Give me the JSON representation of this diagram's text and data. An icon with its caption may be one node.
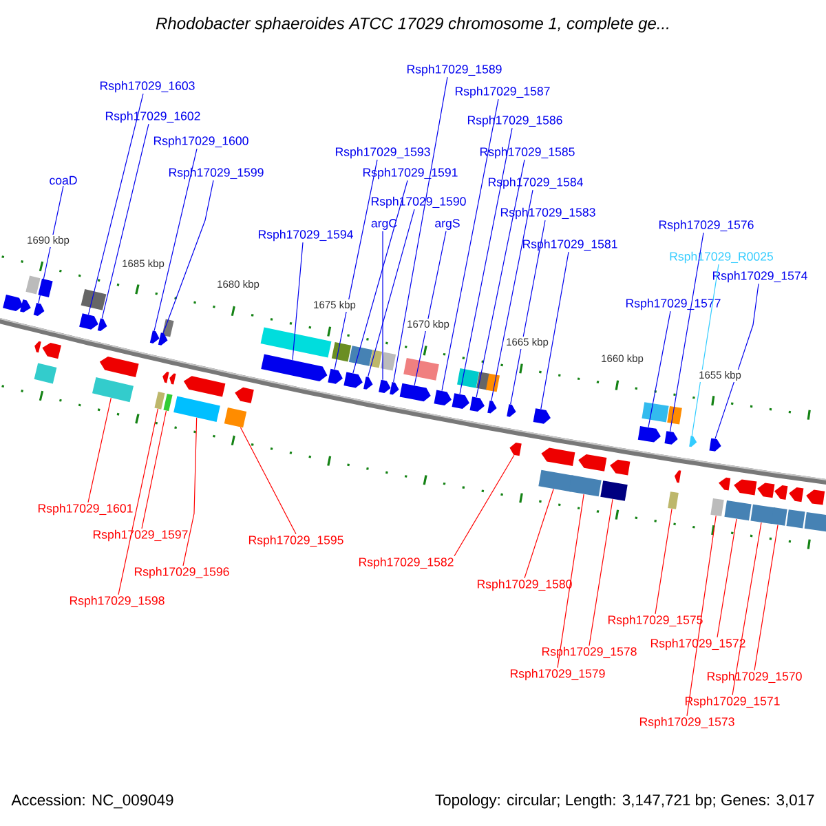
{
  "diagram": {
    "title": "Rhodobacter sphaeroides ATCC 17029 chromosome 1, complete ge...",
    "nodes": [
      {
        "text": [
          "Rsph17029_1603"
        ]
      },
      {
        "text": [
          "Rsph17029_1602"
        ]
      },
      {
        "text": [
          "Rsph17029_1600"
        ]
      },
      {
        "text": [
          "Rsph17029_1599"
        ]
      },
      {
        "text": [
          "coaD"
        ]
      },
      {
        "text": [
          "Rsph17029_1594"
        ]
      },
      {
        "text": [
          "Rsph17029_1593"
        ]
      },
      {
        "text": [
          "Rsph17029_1591"
        ]
      },
      {
        "text": [
          "Rsph17029_1590"
        ]
      },
      {
        "text": [
          "argC"
        ]
      },
      {
        "text": [
          "Rsph17029_1589"
        ]
      },
      {
        "text": [
          "argS"
        ]
      },
      {
        "text": [
          "Rsph17029_1587"
        ]
      },
      {
        "text": [
          "Rsph17029_1586"
        ]
      },
      {
        "text": [
          "Rsph17029_1585"
        ]
      },
      {
        "text": [
          "Rsph17029_1584"
        ]
      },
      {
        "text": [
          "Rsph17029_1583"
        ]
      },
      {
        "text": [
          "Rsph17029_1581"
        ]
      },
      {
        "text": [
          "Rsph17029_1576"
        ]
      },
      {
        "text": [
          "Rsph17029_R0025"
        ]
      },
      {
        "text": [
          "Rsph17029_1574"
        ]
      },
      {
        "text": [
          "Rsph17029_1577"
        ]
      },
      {
        "text": [
          "Rsph17029_1601"
        ]
      },
      {
        "text": [
          "Rsph17029_1597"
        ]
      },
      {
        "text": [
          "Rsph17029_1598"
        ]
      },
      {
        "text": [
          "Rsph17029_1596"
        ]
      },
      {
        "text": [
          "Rsph17029_1595"
        ]
      },
      {
        "text": [
          "Rsph17029_1582"
        ]
      },
      {
        "text": [
          "Rsph17029_1580"
        ]
      },
      {
        "text": [
          "Rsph17029_1578"
        ]
      },
      {
        "text": [
          "Rsph17029_1579"
        ]
      },
      {
        "text": [
          "Rsph17029_1575"
        ]
      },
      {
        "text": [
          "Rsph17029_1572"
        ]
      },
      {
        "text": [
          "Rsph17029_1570"
        ]
      },
      {
        "text": [
          "Rsph17029_1571"
        ]
      },
      {
        "text": [
          "Rsph17029_1573"
        ]
      },
      {
        "text": [],
        "shape": "arrow"
      },
      {
        "text": [],
        "shape": "arrow"
      },
      {
        "text": [],
        "shape": "arrow"
      },
      {
        "text": [],
        "shape": "arrow"
      },
      {
        "text": [],
        "shape": "arrow"
      },
      {
        "text": [],
        "shape": "arrow"
      },
      {
        "text": [],
        "shape": "arrow"
      },
      {
        "text": [],
        "shape": "arrow"
      },
      {
        "text": [],
        "shape": "arrow"
      },
      {
        "text": [],
        "shape": "arrow"
      },
      {
        "text": [],
        "shape": "arrow"
      },
      {
        "text": [],
        "shape": "arrow"
      },
      {
        "text": [],
        "shape": "arrow"
      },
      {
        "text": [],
        "shape": "arrow"
      },
      {
        "text": [],
        "shape": "arrow"
      },
      {
        "text": [],
        "shape": "arrow"
      },
      {
        "text": [],
        "shape": "arrow"
      },
      {
        "text": [],
        "shape": "arrow"
      },
      {
        "text": [],
        "shape": "arrow"
      },
      {
        "text": [],
        "shape": "arrow"
      },
      {
        "text": [],
        "shape": "arrow"
      },
      {
        "text": [],
        "shape": "arrow"
      },
      {
        "text": [],
        "shape": "box"
      },
      {
        "text": [],
        "shape": "box"
      },
      {
        "text": [],
        "shape": "box"
      },
      {
        "text": [],
        "shape": "box"
      },
      {
        "text": [],
        "shape": "box"
      },
      {
        "text": [],
        "shape": "arrow"
      },
      {
        "text": [],
        "shape": "box"
      },
      {
        "text": [],
        "shape": "box"
      },
      {
        "text": [],
        "shape": "box"
      },
      {
        "text": [],
        "shape": "box"
      },
      {
        "text": [],
        "shape": "box"
      },
      {
        "text": [],
        "shape": "box"
      },
      {
        "text": [],
        "shape": "box"
      },
      {
        "text": [],
        "shape": "box"
      },
      {
        "text": [],
        "shape": "arrow"
      },
      {
        "text": [],
        "shape": "box"
      },
      {
        "text": [],
        "shape": "box"
      },
      {
        "text": [],
        "shape": "box"
      },
      {
        "text": [],
        "shape": "box"
      },
      {
        "text": [],
        "shape": "box"
      }
    ],
    "edges": [
      {
        "from": 0,
        "to": 37,
        "arrow": "none"
      },
      {
        "from": 1,
        "to": 38,
        "arrow": "none"
      },
      {
        "from": 2,
        "to": 39,
        "arrow": "none"
      },
      {
        "from": 3,
        "to": 40,
        "arrow": "none"
      },
      {
        "from": 4,
        "to": 36,
        "arrow": "none"
      },
      {
        "from": 5,
        "to": 41,
        "arrow": "none"
      },
      {
        "from": 6,
        "to": 42,
        "arrow": "none"
      },
      {
        "from": 7,
        "to": 43,
        "arrow": "none"
      },
      {
        "from": 8,
        "to": 44,
        "arrow": "none"
      },
      {
        "from": 9,
        "to": 45,
        "arrow": "none"
      },
      {
        "from": 10,
        "to": 46,
        "arrow": "none"
      },
      {
        "from": 11,
        "to": 47,
        "arrow": "none"
      },
      {
        "from": 12,
        "to": 48,
        "arrow": "none"
      },
      {
        "from": 13,
        "to": 49,
        "arrow": "none"
      },
      {
        "from": 14,
        "to": 50,
        "arrow": "none"
      },
      {
        "from": 15,
        "to": 51,
        "arrow": "none"
      },
      {
        "from": 16,
        "to": 52,
        "arrow": "none"
      },
      {
        "from": 17,
        "to": 53,
        "arrow": "none"
      },
      {
        "from": 18,
        "to": 55,
        "arrow": "none"
      },
      {
        "from": 19,
        "to": 56,
        "arrow": "none",
        "color": "#33ccff"
      },
      {
        "from": 20,
        "to": 57,
        "arrow": "none"
      },
      {
        "from": 21,
        "to": 54,
        "arrow": "none"
      },
      {
        "from": 22,
        "to": 58,
        "arrow": "none",
        "color": "#ff0000"
      },
      {
        "from": 23,
        "to": 60,
        "arrow": "none",
        "color": "#ff0000"
      },
      {
        "from": 24,
        "to": 59,
        "arrow": "none",
        "color": "#ff0000"
      },
      {
        "from": 25,
        "to": 61,
        "arrow": "none",
        "color": "#ff0000"
      },
      {
        "from": 26,
        "to": 62,
        "arrow": "none",
        "color": "#ff0000"
      },
      {
        "from": 27,
        "to": 63,
        "arrow": "none",
        "color": "#ff0000"
      },
      {
        "from": 28,
        "to": 64,
        "arrow": "none",
        "color": "#ff0000"
      },
      {
        "from": 29,
        "to": 66,
        "arrow": "none",
        "color": "#ff0000"
      },
      {
        "from": 30,
        "to": 65,
        "arrow": "none",
        "color": "#ff0000"
      },
      {
        "from": 31,
        "to": 67,
        "arrow": "none",
        "color": "#ff0000"
      },
      {
        "from": 32,
        "to": 69,
        "arrow": "none",
        "color": "#ff0000"
      },
      {
        "from": 33,
        "to": 71,
        "arrow": "none",
        "color": "#ff0000"
      },
      {
        "from": 34,
        "to": 70,
        "arrow": "none",
        "color": "#ff0000"
      },
      {
        "from": 35,
        "to": 68,
        "arrow": "none",
        "color": "#ff0000"
      }
    ],
    "labels": [
      "1690 kbp",
      "1685 kbp",
      "1680 kbp",
      "1675 kbp",
      "1670 kbp",
      "1665 kbp",
      "1660 kbp",
      "1655 kbp",
      "Accession: NC_009049",
      "Topology: circular; Length: 3,147,721 bp; Genes: 3,017"
    ]
  }
}
